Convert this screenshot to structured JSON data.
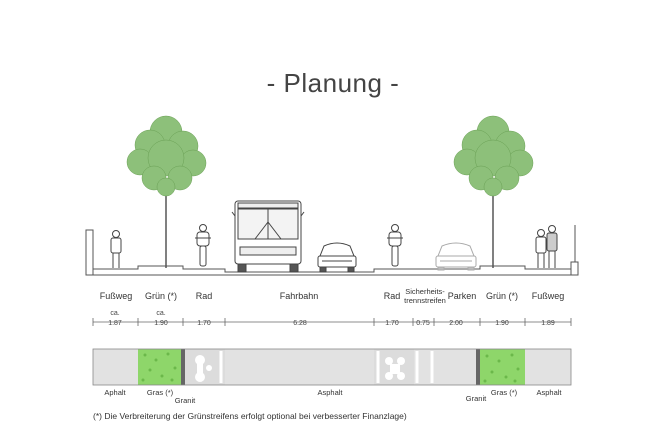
{
  "title": "- Planung -",
  "zones": [
    {
      "id": "fussweg-left",
      "label": "Fußweg",
      "width": "1.87",
      "prefix": "ca."
    },
    {
      "id": "gruen-left",
      "label": "Grün (*)",
      "width": "1.90",
      "prefix": "ca."
    },
    {
      "id": "rad-left",
      "label": "Rad",
      "width": "1.70",
      "prefix": ""
    },
    {
      "id": "fahrbahn",
      "label": "Fahrbahn",
      "width": "6.28",
      "prefix": ""
    },
    {
      "id": "rad-right",
      "label": "Rad",
      "width": "1.70",
      "prefix": ""
    },
    {
      "id": "sicherheitstrennstreifen",
      "label_line1": "Sicherheits-",
      "label_line2": "trennstreifen",
      "width": "0.75",
      "prefix": ""
    },
    {
      "id": "parken",
      "label": "Parken",
      "width": "2.00",
      "prefix": ""
    },
    {
      "id": "gruen-right",
      "label": "Grün (*)",
      "width": "1.90",
      "prefix": ""
    },
    {
      "id": "fussweg-right",
      "label": "Fußweg",
      "width": "1.89",
      "prefix": ""
    }
  ],
  "materials": {
    "aphalt_left": "Aphalt",
    "gras_left": "Gras (*)",
    "granit_left": "Granit",
    "asphalt_center": "Asphalt",
    "granit_right": "Granit",
    "gras_right": "Gras (*)",
    "asphalt_right": "Asphalt"
  },
  "footnote": "(*) Die Verbreiterung der Grünstreifens erfolgt optional bei verbesserter Finanzlage)",
  "colors": {
    "grass": "#8ed66a",
    "asphalt": "#e2e2e2",
    "tree": "#8dc07a",
    "line": "#555555"
  }
}
